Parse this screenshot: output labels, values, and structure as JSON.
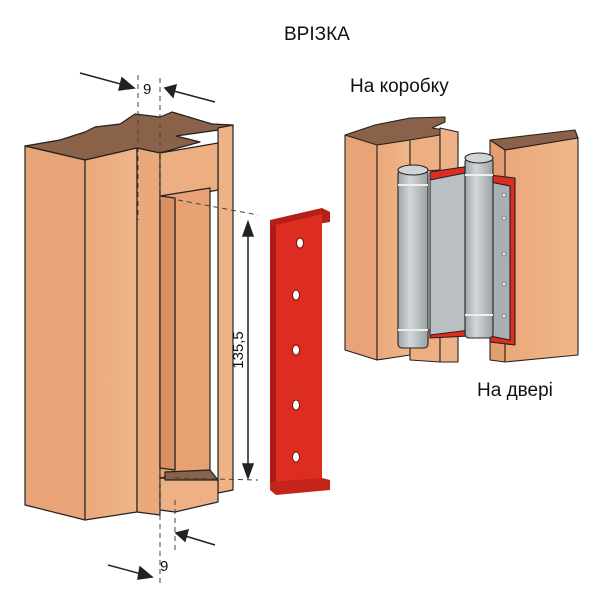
{
  "title": "ВРІЗКА",
  "labels": {
    "frame": "На коробку",
    "door": "На двері"
  },
  "dimensions": {
    "top_width": "9",
    "bottom_width": "9",
    "height": "135,5"
  },
  "colors": {
    "wood": "#e9a677",
    "wood_top": "#8a6149",
    "plate": "#dc2d20",
    "hinge": "#b9bfc2"
  }
}
